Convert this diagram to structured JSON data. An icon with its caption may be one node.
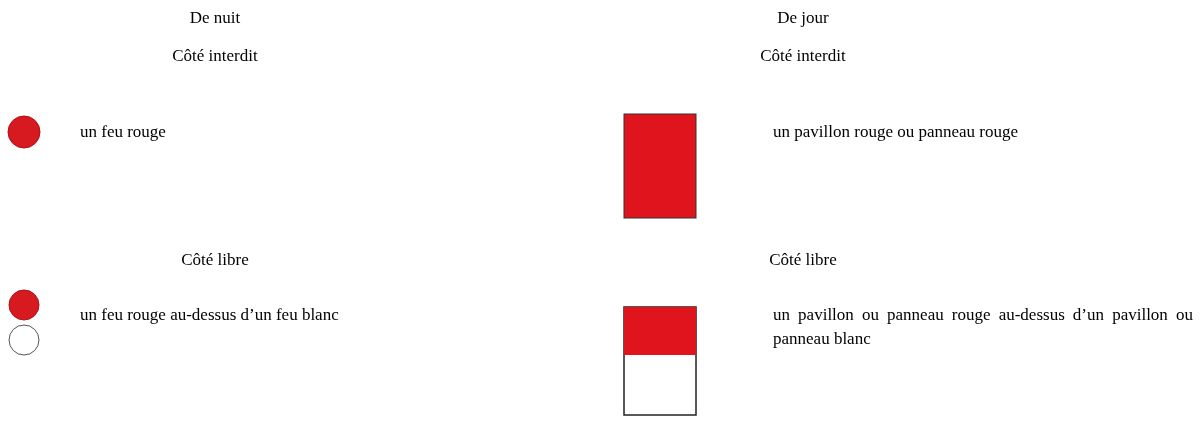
{
  "diagram": {
    "labels": [
      "De nuit",
      "De jour",
      "Côté interdit",
      "Côté interdit",
      "un feu rouge",
      "un pavillon rouge ou panneau rouge",
      "Côté libre",
      "Côté libre",
      "un feu rouge au-dessus d’un feu blanc",
      "un pavillon ou panneau rouge au-dessus d’un pavillon ou panneau blanc"
    ]
  }
}
